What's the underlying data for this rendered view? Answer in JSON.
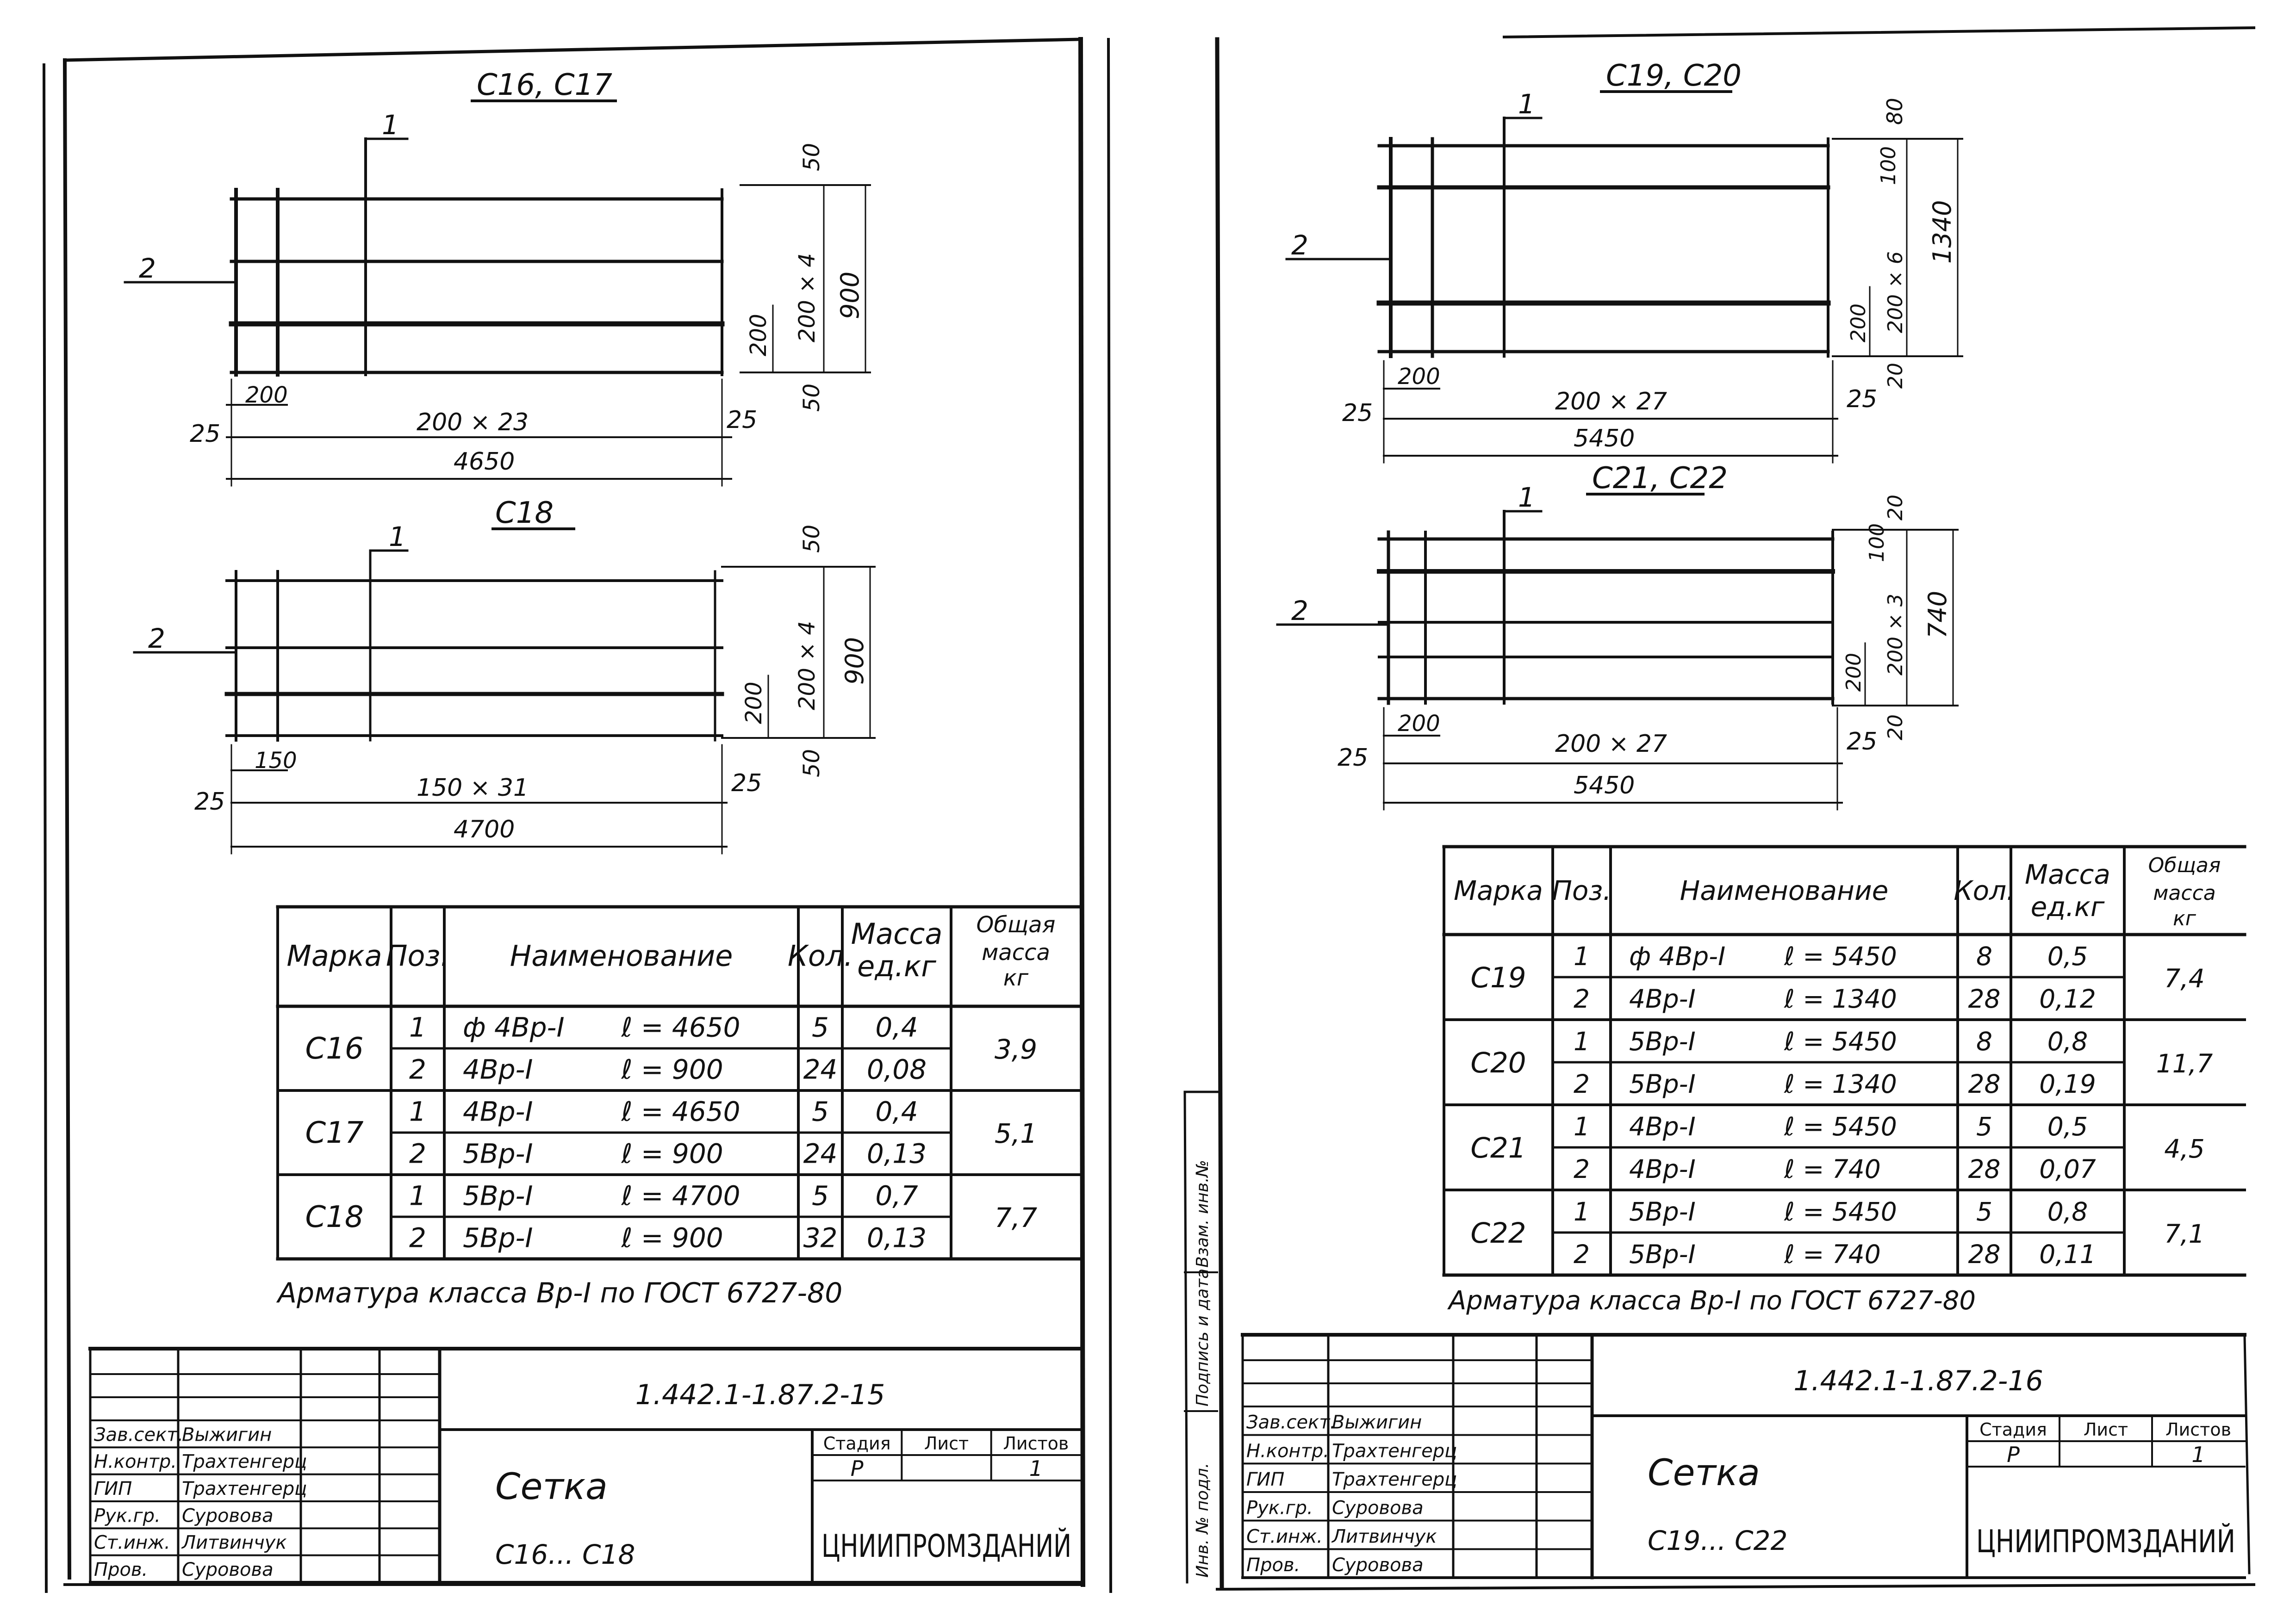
{
  "sheets": [
    {
      "drawings": [
        {
          "title": "С16, С17",
          "pos1": "1",
          "pos2": "2",
          "dim_left": "200",
          "dim_bottom_row": "200 × 23",
          "dim_total": "4650",
          "dim_end_left": "25",
          "dim_end_right": "25",
          "dim_right_1": "50",
          "dim_right_2": "200",
          "dim_right_3": "200 × 4",
          "dim_right_4": "50",
          "dim_right_total": "900"
        },
        {
          "title": "С18",
          "pos1": "1",
          "pos2": "2",
          "dim_left": "150",
          "dim_bottom_row": "150 × 31",
          "dim_total": "4700",
          "dim_end_left": "25",
          "dim_end_right": "25",
          "dim_right_1": "50",
          "dim_right_2": "200",
          "dim_right_3": "200 × 4",
          "dim_right_4": "50",
          "dim_right_total": "900"
        }
      ],
      "table": {
        "headers": [
          "Марка",
          "Поз.",
          "Наименование",
          "Кол.",
          "Масса ед.кг",
          "Общая масса кг"
        ],
        "groups": [
          {
            "mark": "С16",
            "total": "3,9",
            "rows": [
              {
                "pos": "1",
                "name": "ф 4Вр-I",
                "length": "ℓ = 4650",
                "qty": "5",
                "mass": "0,4"
              },
              {
                "pos": "2",
                "name": "4Вр-I",
                "length": "ℓ = 900",
                "qty": "24",
                "mass": "0,08"
              }
            ]
          },
          {
            "mark": "С17",
            "total": "5,1",
            "rows": [
              {
                "pos": "1",
                "name": "4Вр-I",
                "length": "ℓ = 4650",
                "qty": "5",
                "mass": "0,4"
              },
              {
                "pos": "2",
                "name": "5Вр-I",
                "length": "ℓ = 900",
                "qty": "24",
                "mass": "0,13"
              }
            ]
          },
          {
            "mark": "С18",
            "total": "7,7",
            "rows": [
              {
                "pos": "1",
                "name": "5Вр-I",
                "length": "ℓ = 4700",
                "qty": "5",
                "mass": "0,7"
              },
              {
                "pos": "2",
                "name": "5Вр-I",
                "length": "ℓ = 900",
                "qty": "32",
                "mass": "0,13"
              }
            ]
          }
        ]
      },
      "note": "Арматура класса Вр-I по ГОСТ 6727-80",
      "stamp": {
        "code": "1.442.1-1.87.2-15",
        "title": "Сетка",
        "subtitle": "С16... С18",
        "stage_label": "Стадия",
        "sheet_label": "Лист",
        "sheets_label": "Листов",
        "stage": "Р",
        "sheet": "",
        "sheets": "1",
        "org": "ЦНИИПРОМЗДАНИЙ",
        "people": [
          {
            "role": "Зав.сект.",
            "name": "Выжигин"
          },
          {
            "role": "Н.контр.",
            "name": "Трахтенгерц"
          },
          {
            "role": "ГИП",
            "name": "Трахтенгерц"
          },
          {
            "role": "Рук.гр.",
            "name": "Суровова"
          },
          {
            "role": "Ст.инж.",
            "name": "Литвинчук"
          },
          {
            "role": "Пров.",
            "name": "Суровова"
          }
        ]
      }
    },
    {
      "drawings": [
        {
          "title": "С19, С20",
          "pos1": "1",
          "pos2": "2",
          "dim_left": "200",
          "dim_bottom_row": "200 × 27",
          "dim_total": "5450",
          "dim_end_left": "25",
          "dim_end_right": "25",
          "dim_right_1": "80",
          "dim_right_2": "100",
          "dim_right_3": "200 × 6",
          "dim_right_4": "200",
          "dim_right_5": "20",
          "dim_right_total": "1340"
        },
        {
          "title": "С21, С22",
          "pos1": "1",
          "pos2": "2",
          "dim_left": "200",
          "dim_bottom_row": "200 × 27",
          "dim_total": "5450",
          "dim_end_left": "25",
          "dim_end_right": "25",
          "dim_right_1": "20",
          "dim_right_2": "100",
          "dim_right_3": "200 × 3",
          "dim_right_4": "200",
          "dim_right_5": "20",
          "dim_right_total": "740"
        }
      ],
      "table": {
        "headers": [
          "Марка",
          "Поз.",
          "Наименование",
          "Кол.",
          "Масса ед.кг",
          "Общая масса кг"
        ],
        "groups": [
          {
            "mark": "С19",
            "total": "7,4",
            "rows": [
              {
                "pos": "1",
                "name": "ф 4Вр-I",
                "length": "ℓ = 5450",
                "qty": "8",
                "mass": "0,5"
              },
              {
                "pos": "2",
                "name": "4Вр-I",
                "length": "ℓ = 1340",
                "qty": "28",
                "mass": "0,12"
              }
            ]
          },
          {
            "mark": "С20",
            "total": "11,7",
            "rows": [
              {
                "pos": "1",
                "name": "5Вр-I",
                "length": "ℓ = 5450",
                "qty": "8",
                "mass": "0,8"
              },
              {
                "pos": "2",
                "name": "5Вр-I",
                "length": "ℓ = 1340",
                "qty": "28",
                "mass": "0,19"
              }
            ]
          },
          {
            "mark": "С21",
            "total": "4,5",
            "rows": [
              {
                "pos": "1",
                "name": "4Вр-I",
                "length": "ℓ = 5450",
                "qty": "5",
                "mass": "0,5"
              },
              {
                "pos": "2",
                "name": "4Вр-I",
                "length": "ℓ = 740",
                "qty": "28",
                "mass": "0,07"
              }
            ]
          },
          {
            "mark": "С22",
            "total": "7,1",
            "rows": [
              {
                "pos": "1",
                "name": "5Вр-I",
                "length": "ℓ = 5450",
                "qty": "5",
                "mass": "0,8"
              },
              {
                "pos": "2",
                "name": "5Вр-I",
                "length": "ℓ = 740",
                "qty": "28",
                "mass": "0,11"
              }
            ]
          }
        ]
      },
      "note": "Арматура класса Вр-I по ГОСТ 6727-80",
      "side_labels": [
        "Инв. № подл.",
        "Подпись и дата",
        "Взам. инв.№"
      ],
      "stamp": {
        "code": "1.442.1-1.87.2-16",
        "title": "Сетка",
        "subtitle": "С19... С22",
        "stage_label": "Стадия",
        "sheet_label": "Лист",
        "sheets_label": "Листов",
        "stage": "Р",
        "sheet": "",
        "sheets": "1",
        "org": "ЦНИИПРОМЗДАНИЙ",
        "people": [
          {
            "role": "Зав.сект.",
            "name": "Выжигин"
          },
          {
            "role": "Н.контр.",
            "name": "Трахтенгерц"
          },
          {
            "role": "ГИП",
            "name": "Трахтенгерц"
          },
          {
            "role": "Рук.гр.",
            "name": "Суровова"
          },
          {
            "role": "Ст.инж.",
            "name": "Литвинчук"
          },
          {
            "role": "Пров.",
            "name": "Суровова"
          }
        ]
      }
    }
  ]
}
